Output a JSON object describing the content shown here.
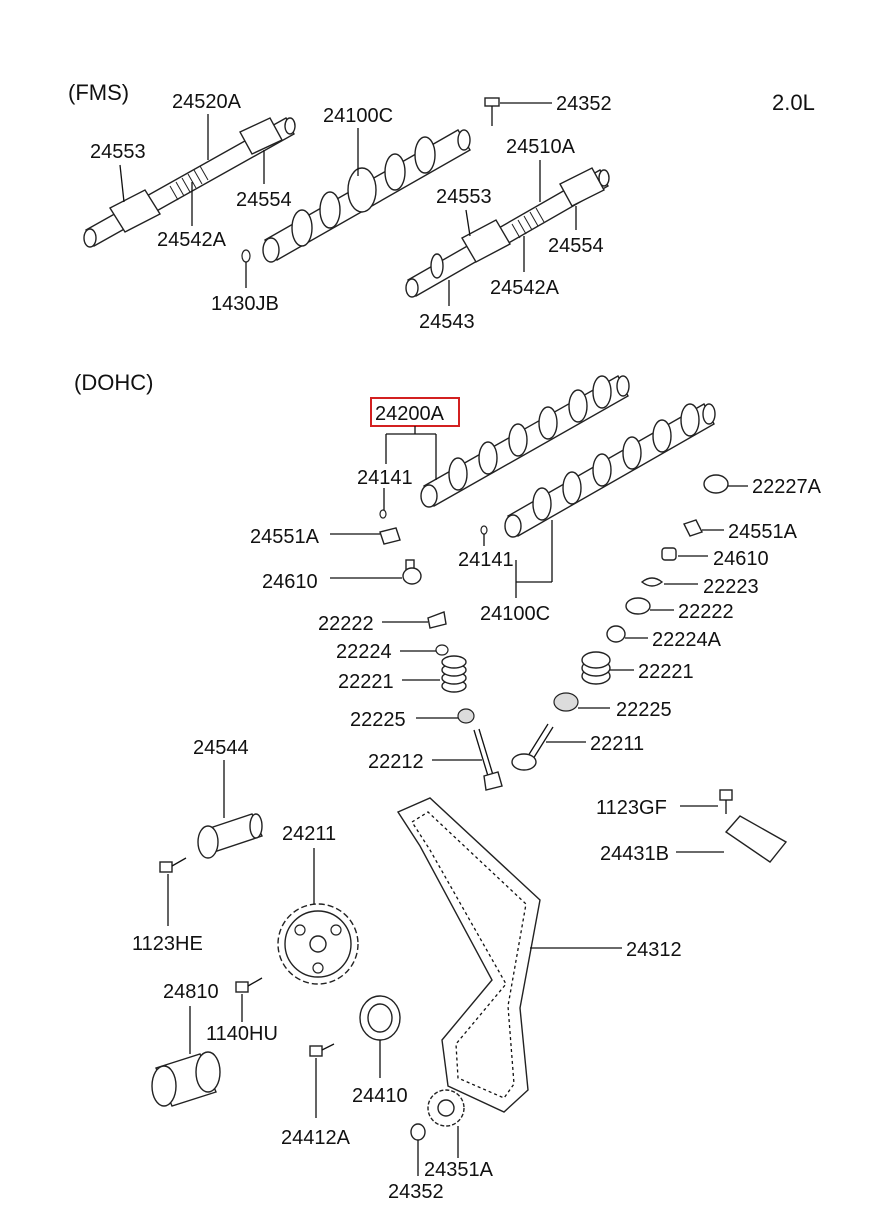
{
  "engine": "2.0L",
  "sections": {
    "fms": "(FMS)",
    "dohc": "(DOHC)"
  },
  "highlight_part": "24200A",
  "highlight_color": "#d32020",
  "parts": {
    "p24520A": "24520A",
    "p24553_top": "24553",
    "p24542A_top": "24542A",
    "p24554_top": "24554",
    "p24100C_top": "24100C",
    "p1430JB": "1430JB",
    "p24352_top": "24352",
    "p24510A": "24510A",
    "p24553_mid": "24553",
    "p24554_mid": "24554",
    "p24542A_mid": "24542A",
    "p24543": "24543",
    "p24200A": "24200A",
    "p24141_a": "24141",
    "p24141_b": "24141",
    "p24100C_dohc": "24100C",
    "p22227A": "22227A",
    "p24551A_r": "24551A",
    "p24551A_l": "24551A",
    "p24610_r": "24610",
    "p24610_l": "24610",
    "p22223": "22223",
    "p22222_r": "22222",
    "p22222_l": "22222",
    "p22224A": "22224A",
    "p22224": "22224",
    "p22221_r": "22221",
    "p22221_l": "22221",
    "p22225_r": "22225",
    "p22225_l": "22225",
    "p22211": "22211",
    "p22212": "22212",
    "p24544": "24544",
    "p1123GF": "1123GF",
    "p24211": "24211",
    "p24431B": "24431B",
    "p1123HE": "1123HE",
    "p24312": "24312",
    "p24810": "24810",
    "p1140HU": "1140HU",
    "p24410": "24410",
    "p24412A": "24412A",
    "p24351A": "24351A",
    "p24352_bot": "24352"
  }
}
